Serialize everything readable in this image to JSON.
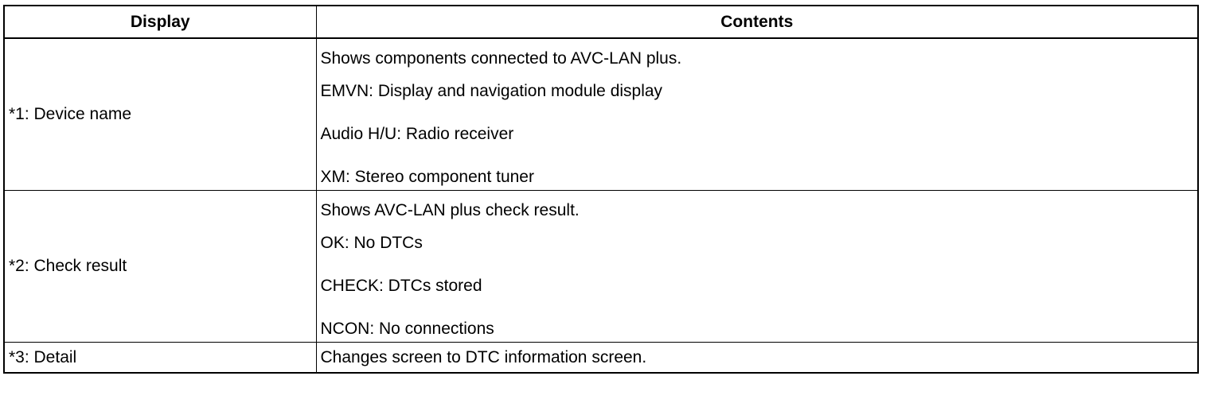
{
  "table": {
    "headers": {
      "display": "Display",
      "contents": "Contents"
    },
    "rows": [
      {
        "display": "*1: Device name",
        "contents": [
          "Shows components connected to AVC-LAN plus.",
          "EMVN: Display and navigation module display",
          "Audio H/U: Radio receiver",
          "XM: Stereo component tuner"
        ]
      },
      {
        "display": "*2: Check result",
        "contents": [
          "Shows AVC-LAN plus check result.",
          "OK: No DTCs",
          "CHECK: DTCs stored",
          "NCON: No connections"
        ]
      },
      {
        "display": "*3: Detail",
        "contents": [
          "Changes screen to DTC information screen."
        ]
      }
    ]
  }
}
